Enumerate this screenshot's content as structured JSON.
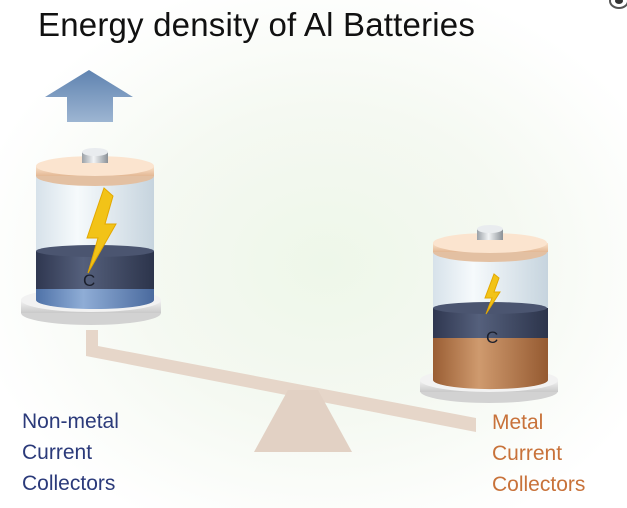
{
  "title": "Energy density of Al Batteries",
  "left_battery": {
    "electrode_label": "C",
    "collector_label": [
      "Non-metal",
      "Current",
      "Collectors"
    ],
    "collector_color": "#5d7fb3"
  },
  "right_battery": {
    "electrode_label": "C",
    "collector_label": [
      "Metal",
      "Current",
      "Collectors"
    ],
    "collector_color": "#b57a4c"
  },
  "colors": {
    "title": "#111111",
    "left_label": "#2b3a7a",
    "right_label": "#c8723a",
    "lightning": "#f2c318",
    "electrode": "#3c4660",
    "balance_beam": "#e4d3c6",
    "arrow": "#6e8fb6"
  },
  "icons": [
    "up-arrow-icon",
    "lightning-icon",
    "balance-scale-icon"
  ]
}
